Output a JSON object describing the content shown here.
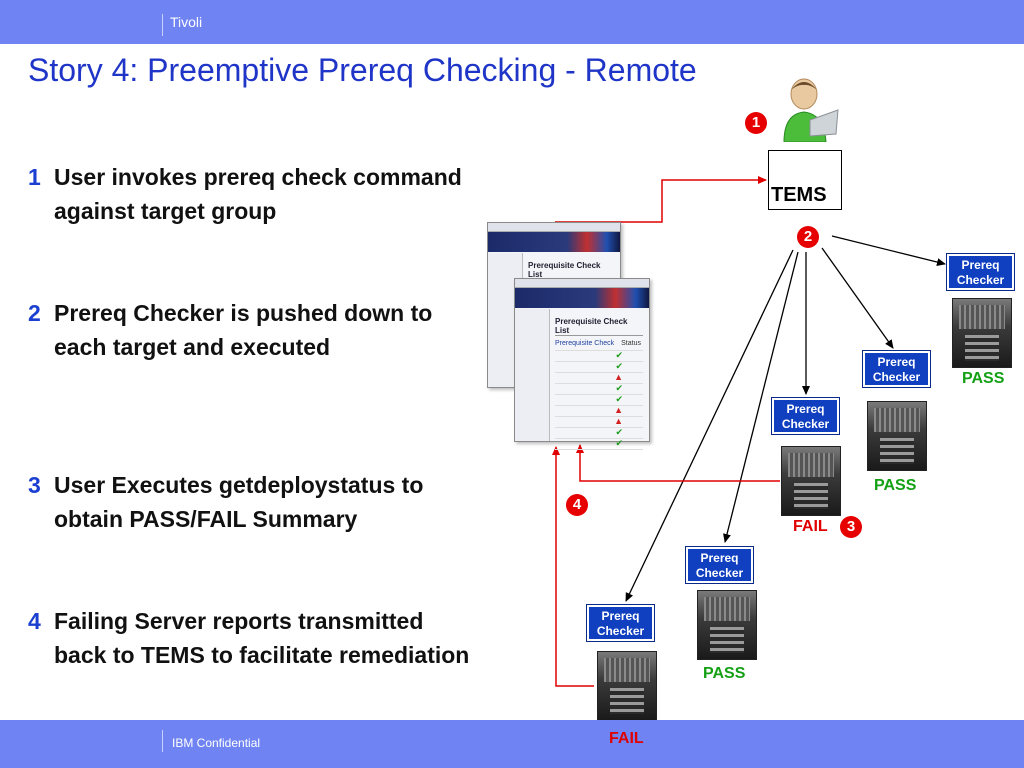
{
  "header": {
    "brand": "Tivoli"
  },
  "title": "Story 4:  Preemptive Prereq Checking - Remote",
  "steps": [
    {
      "num": "1",
      "text": "User invokes prereq check command against target group"
    },
    {
      "num": "2",
      "text": "Prereq Checker is pushed down to each target and executed"
    },
    {
      "num": "3",
      "text": "User Executes getdeploystatus to obtain PASS/FAIL Summary"
    },
    {
      "num": "4",
      "text": "Failing Server reports transmitted back to TEMS to facilitate remediation"
    }
  ],
  "diagram": {
    "tems_label": "TEMS",
    "badges": [
      "1",
      "2",
      "3",
      "4"
    ],
    "checker_line1": "Prereq",
    "checker_line2": "Checker",
    "statuses": {
      "s1": "PASS",
      "s2": "PASS",
      "s3": "FAIL",
      "s4": "PASS",
      "s5": "FAIL"
    },
    "window": {
      "heading": "Prerequisite Check List",
      "col_check": "Prerequisite Check",
      "col_status": "Status"
    }
  },
  "footer": {
    "confidential": "IBM Confidential"
  },
  "colors": {
    "accent_bar": "#6f84f2",
    "title": "#1f35c8",
    "pass": "#14a014",
    "fail": "#e00000",
    "checker_box": "#1040c0"
  }
}
